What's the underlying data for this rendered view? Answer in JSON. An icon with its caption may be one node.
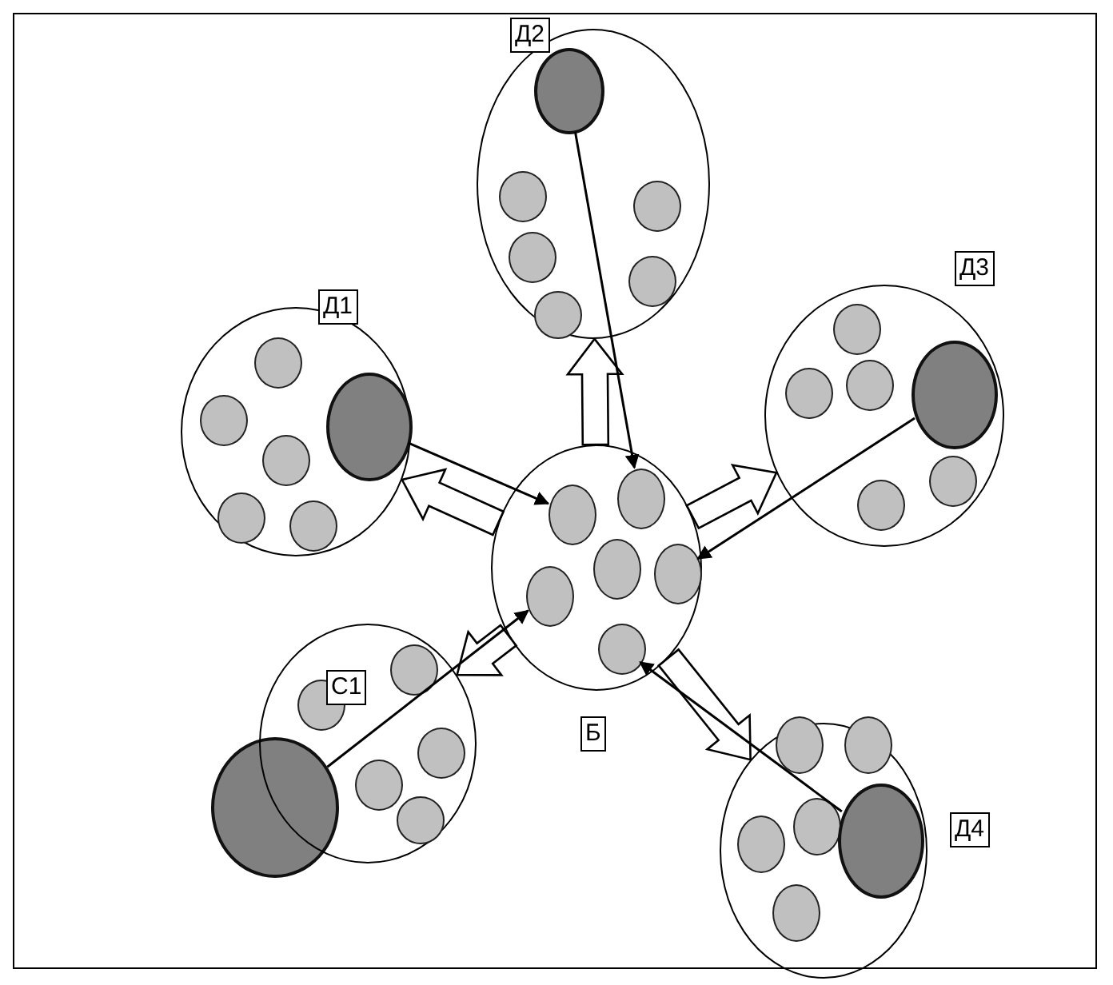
{
  "diagram": {
    "nodes": [
      {
        "text": [
          "Д2"
        ]
      },
      {
        "text": [],
        "shape": "circle",
        "in": 0
      },
      {
        "text": [],
        "shape": "circle",
        "in": 0
      },
      {
        "text": [],
        "shape": "circle",
        "in": 0
      },
      {
        "text": [],
        "shape": "circle",
        "in": 0
      },
      {
        "text": [],
        "shape": "circle",
        "in": 0
      },
      {
        "text": [],
        "shape": "circle",
        "in": 0
      },
      {
        "text": [
          "Д1"
        ]
      },
      {
        "text": [],
        "shape": "circle",
        "in": 7
      },
      {
        "text": [],
        "shape": "circle",
        "in": 7
      },
      {
        "text": [],
        "shape": "circle",
        "in": 7
      },
      {
        "text": [],
        "shape": "circle",
        "in": 7
      },
      {
        "text": [],
        "shape": "circle",
        "in": 7
      },
      {
        "text": [],
        "shape": "circle",
        "in": 7
      },
      {
        "text": [
          "Д3"
        ]
      },
      {
        "text": [],
        "shape": "circle",
        "in": 14
      },
      {
        "text": [],
        "shape": "circle",
        "in": 14
      },
      {
        "text": [],
        "shape": "circle",
        "in": 14
      },
      {
        "text": [],
        "shape": "circle",
        "in": 14
      },
      {
        "text": [],
        "shape": "circle",
        "in": 14
      },
      {
        "text": [],
        "shape": "circle",
        "in": 14
      },
      {
        "text": [
          "Б"
        ]
      },
      {
        "text": [],
        "shape": "circle",
        "in": 21
      },
      {
        "text": [],
        "shape": "circle",
        "in": 21
      },
      {
        "text": [],
        "shape": "circle",
        "in": 21
      },
      {
        "text": [],
        "shape": "circle",
        "in": 21
      },
      {
        "text": [],
        "shape": "circle",
        "in": 21
      },
      {
        "text": [],
        "shape": "circle",
        "in": 21
      },
      {
        "text": [
          "С1"
        ]
      },
      {
        "text": [],
        "shape": "circle",
        "in": 28
      },
      {
        "text": [],
        "shape": "circle",
        "in": 28
      },
      {
        "text": [],
        "shape": "circle",
        "in": 28
      },
      {
        "text": [],
        "shape": "circle",
        "in": 28
      },
      {
        "text": [],
        "shape": "circle"
      },
      {
        "text": [],
        "shape": "circle",
        "in": 28
      },
      {
        "text": [
          "Д4"
        ]
      },
      {
        "text": [],
        "shape": "circle",
        "in": 35
      },
      {
        "text": [],
        "shape": "circle",
        "in": 35
      },
      {
        "text": [],
        "shape": "circle",
        "in": 35
      },
      {
        "text": [],
        "shape": "circle",
        "in": 35
      },
      {
        "text": [],
        "shape": "circle",
        "in": 35
      },
      {
        "text": [],
        "shape": "circle",
        "in": 35
      }
    ],
    "edges": [
      {
        "from": 1,
        "to": 22,
        "arrow": "to"
      },
      {
        "from": 9,
        "to": 23,
        "arrow": "to"
      },
      {
        "from": 16,
        "to": 25,
        "arrow": "to"
      },
      {
        "from": 33,
        "to": 26,
        "arrow": "to"
      },
      {
        "from": 40,
        "to": 27,
        "arrow": "to"
      },
      {
        "from": 21,
        "to": 0,
        "arrow": "to",
        "style": "thick"
      },
      {
        "from": 21,
        "to": 7,
        "arrow": "to",
        "style": "thick"
      },
      {
        "from": 21,
        "to": 14,
        "arrow": "to",
        "style": "thick"
      },
      {
        "from": 21,
        "to": 28,
        "arrow": "to",
        "style": "thick"
      },
      {
        "from": 21,
        "to": 35,
        "arrow": "to",
        "style": "thick"
      }
    ]
  }
}
